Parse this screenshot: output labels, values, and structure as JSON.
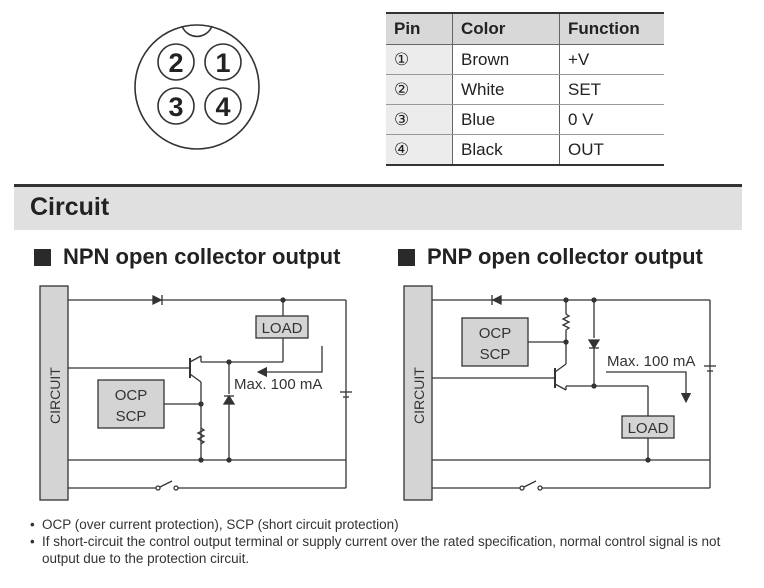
{
  "connector": {
    "pins": [
      "2",
      "1",
      "3",
      "4"
    ]
  },
  "pin_table": {
    "headers": [
      "Pin",
      "Color",
      "Function"
    ],
    "rows": [
      {
        "pin": "①",
        "color": "Brown",
        "function": "+V"
      },
      {
        "pin": "②",
        "color": "White",
        "function": "SET"
      },
      {
        "pin": "③",
        "color": "Blue",
        "function": "0 V"
      },
      {
        "pin": "④",
        "color": "Black",
        "function": "OUT"
      }
    ]
  },
  "section": {
    "title": "Circuit"
  },
  "npn": {
    "title": "NPN open collector output",
    "circuit_label": "CIRCUIT",
    "load_label": "LOAD",
    "ocp_label": "OCP",
    "scp_label": "SCP",
    "current_label": "Max. 100 mA"
  },
  "pnp": {
    "title": "PNP open collector output",
    "circuit_label": "CIRCUIT",
    "load_label": "LOAD",
    "ocp_label": "OCP",
    "scp_label": "SCP",
    "current_label": "Max. 100 mA"
  },
  "notes": [
    "OCP (over current protection), SCP (short circuit protection)",
    "If short-circuit the control output terminal or supply current over the rated specification, normal control signal is not output due to the protection circuit."
  ],
  "colors": {
    "line": "#333333",
    "box_fill": "#d4d4d4",
    "bar_fill": "#e0e0e0"
  }
}
